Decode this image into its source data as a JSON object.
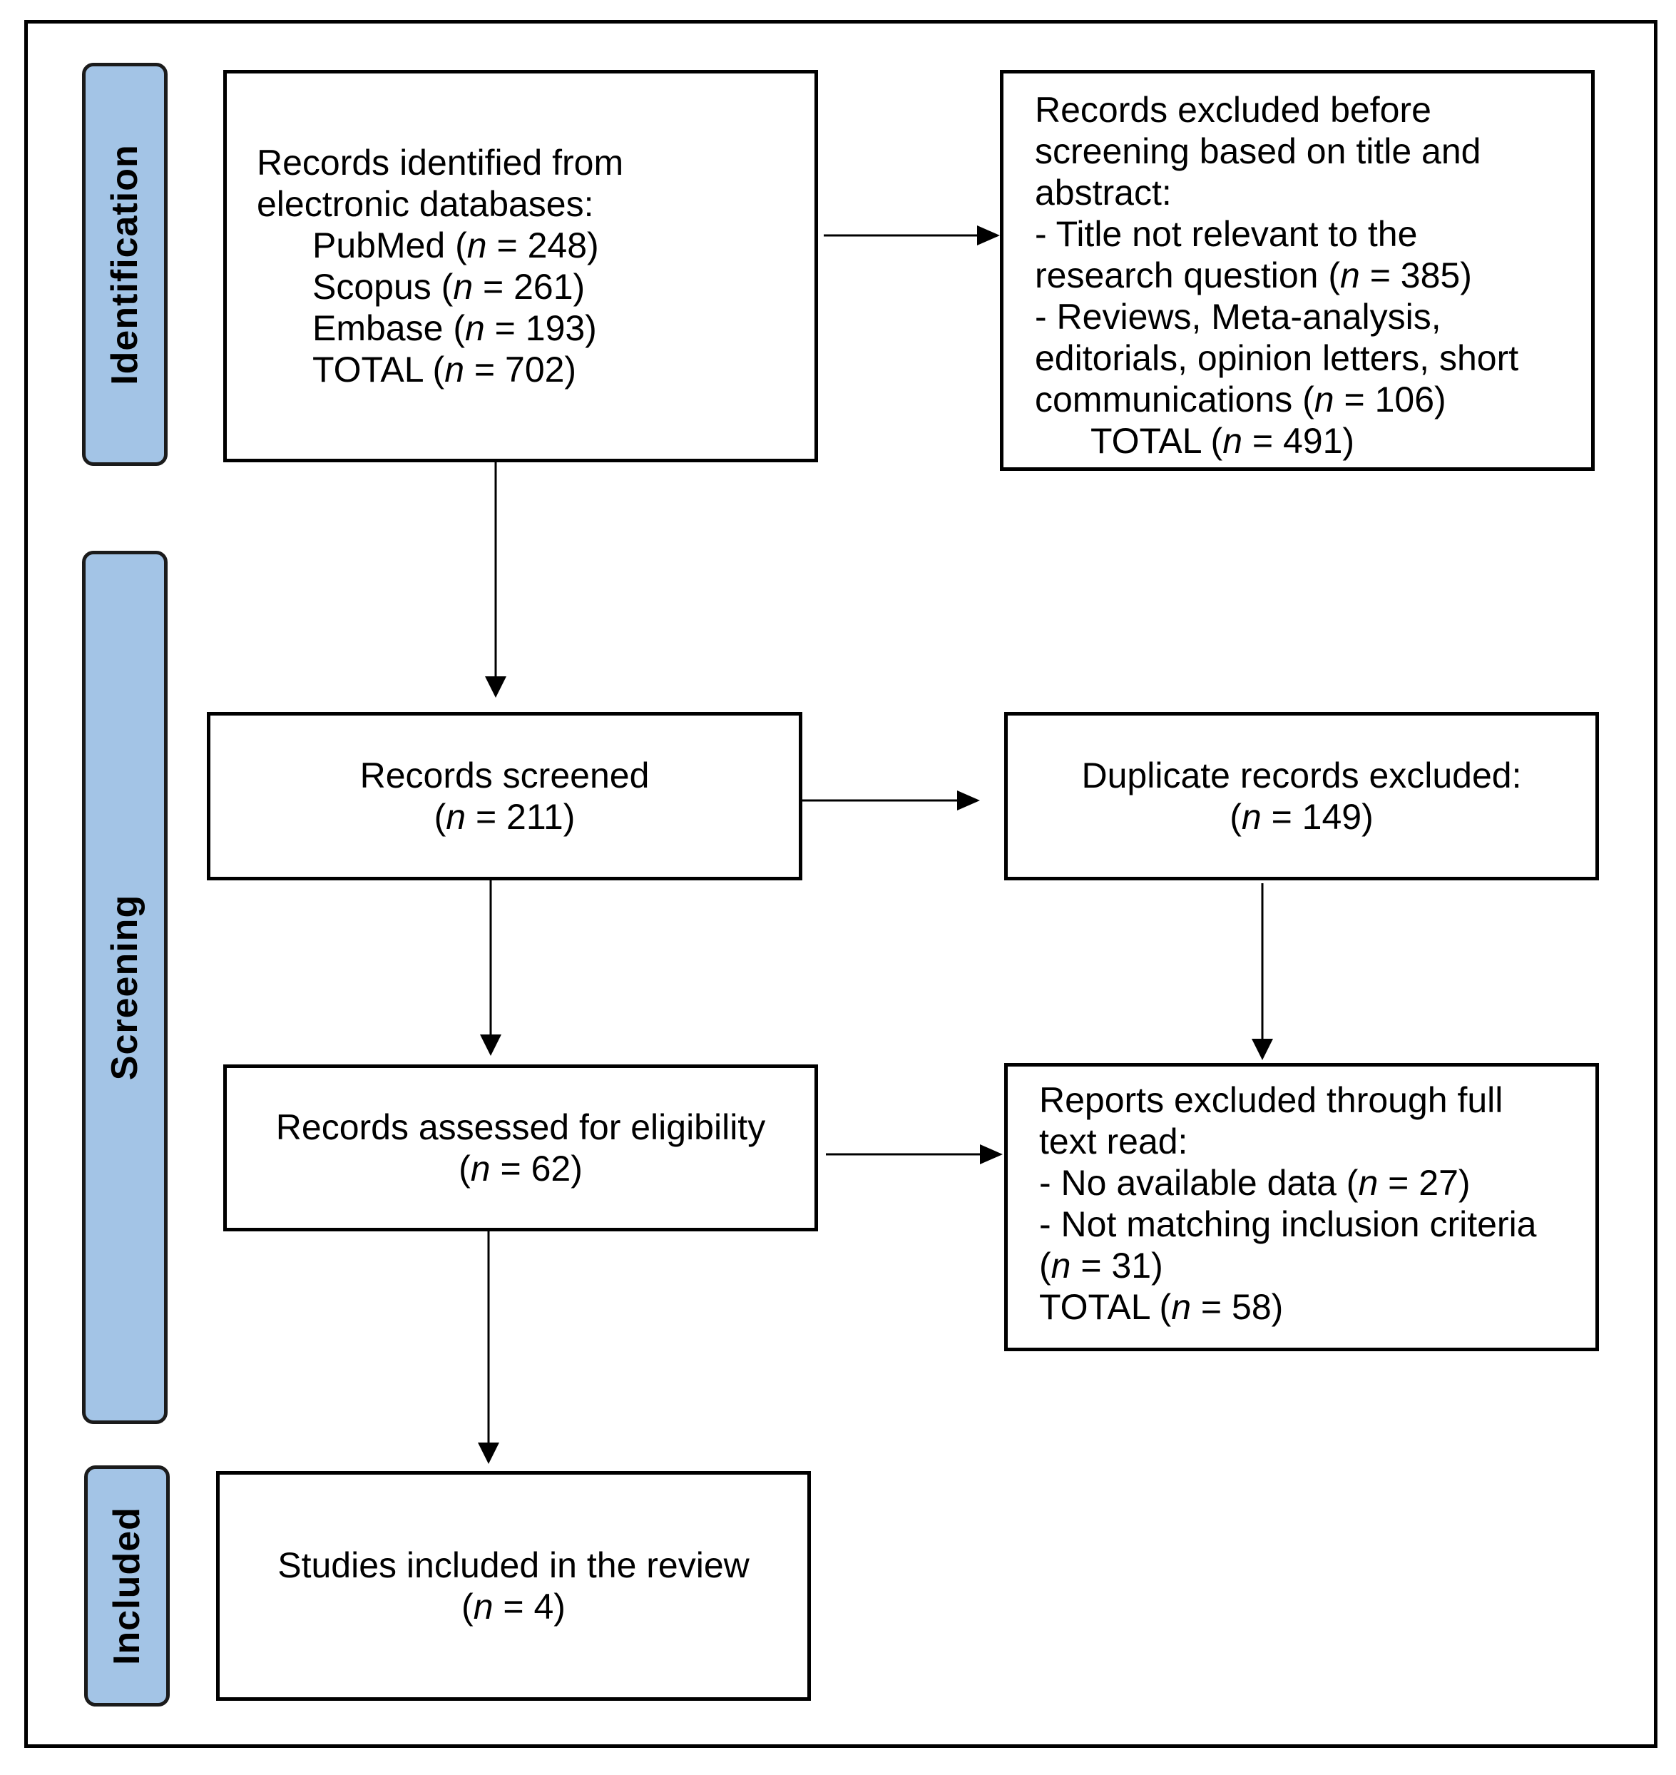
{
  "phases": {
    "identification": "Identification",
    "screening": "Screening",
    "included": "Included"
  },
  "identified": {
    "line1": "Records identified from",
    "line2": "electronic databases:",
    "pubmed_label": "PubMed (",
    "pubmed_value": " = 248)",
    "scopus_label": "Scopus (",
    "scopus_value": " = 261)",
    "embase_label": "Embase (",
    "embase_value": " = 193)",
    "total_label": "TOTAL (",
    "total_value": " = 702)"
  },
  "excluded_before": {
    "line1": "Records excluded before",
    "line2": "screening based on title and",
    "line3": "abstract:",
    "line4": "- Title not relevant to the",
    "line5_label": "research question (",
    "line5_value": " = 385)",
    "line6": "- Reviews, Meta-analysis,",
    "line7": "editorials, opinion letters, short",
    "line8_label": "communications (",
    "line8_value": " = 106)",
    "total_label": "TOTAL (",
    "total_value": " = 491)"
  },
  "screened": {
    "label": "Records screened",
    "value": " = 211)"
  },
  "duplicates": {
    "label": "Duplicate records excluded:",
    "value": " = 149)"
  },
  "assessed": {
    "label": "Records assessed for eligibility",
    "value": " = 62)"
  },
  "reports_excluded": {
    "line1": "Reports excluded through full",
    "line2": "text read:",
    "line3_label": "- No available data (",
    "line3_value": " = 27)",
    "line4": "- Not matching inclusion criteria",
    "line5_value": " = 31)",
    "total_label": "TOTAL (",
    "total_value": " = 58)"
  },
  "included": {
    "label": "Studies included in the review",
    "value": " = 4)"
  },
  "n_symbol": "n",
  "open_paren": "("
}
